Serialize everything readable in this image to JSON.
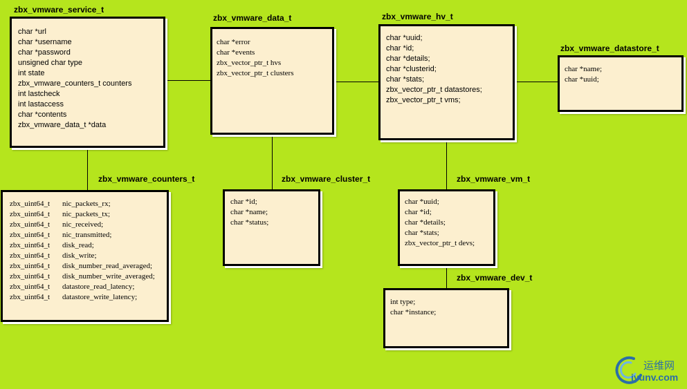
{
  "service": {
    "title": "zbx_vmware_service_t",
    "fields": [
      "char *url",
      "char *username",
      "char *password",
      "unsigned char type",
      "int state",
      "zbx_vmware_counters_t counters",
      "int lastcheck",
      "int lastaccess",
      "char *contents",
      "zbx_vmware_data_t *data"
    ]
  },
  "data": {
    "title": "zbx_vmware_data_t",
    "fields": [
      "char *error",
      "char *events",
      "zbx_vector_ptr_t hvs",
      "zbx_vector_ptr_t clusters"
    ]
  },
  "hv": {
    "title": "zbx_vmware_hv_t",
    "fields": [
      "char *uuid;",
      "char *id;",
      "char *details;",
      "char *clusterid;",
      "char *stats;",
      "zbx_vector_ptr_t datastores;",
      "zbx_vector_ptr_t vms;"
    ]
  },
  "datastore": {
    "title": "zbx_vmware_datastore_t",
    "fields": [
      "char *name;",
      "char *uuid;"
    ]
  },
  "counters": {
    "title": "zbx_vmware_counters_t",
    "fields": [
      {
        "type": "zbx_uint64_t",
        "name": "nic_packets_rx;"
      },
      {
        "type": "zbx_uint64_t",
        "name": "nic_packets_tx;"
      },
      {
        "type": "zbx_uint64_t",
        "name": "nic_received;"
      },
      {
        "type": "zbx_uint64_t",
        "name": "nic_transmitted;"
      },
      {
        "type": "zbx_uint64_t",
        "name": "disk_read;"
      },
      {
        "type": "zbx_uint64_t",
        "name": "disk_write;"
      },
      {
        "type": "zbx_uint64_t",
        "name": "disk_number_read_averaged;"
      },
      {
        "type": "zbx_uint64_t",
        "name": "disk_number_write_averaged;"
      },
      {
        "type": "zbx_uint64_t",
        "name": "datastore_read_latency;"
      },
      {
        "type": "zbx_uint64_t",
        "name": "datastore_write_latency;"
      }
    ]
  },
  "cluster": {
    "title": "zbx_vmware_cluster_t",
    "fields": [
      "char *id;",
      "char *name;",
      "char *status;"
    ]
  },
  "vm": {
    "title": "zbx_vmware_vm_t",
    "fields": [
      "char *uuid;",
      "char *id;",
      "char *details;",
      "char *stats;",
      "zbx_vector_ptr_t devs;"
    ]
  },
  "dev": {
    "title": "zbx_vmware_dev_t",
    "fields": [
      "int type;",
      "char *instance;"
    ]
  },
  "watermark": {
    "cn": "运维网",
    "en": "iyunv.com",
    "icon": "iyunv-logo-icon"
  },
  "colors": {
    "background": "#b5e51d",
    "box_fill": "#fcefcf",
    "border": "#000000",
    "watermark": "#2b6ea8"
  }
}
